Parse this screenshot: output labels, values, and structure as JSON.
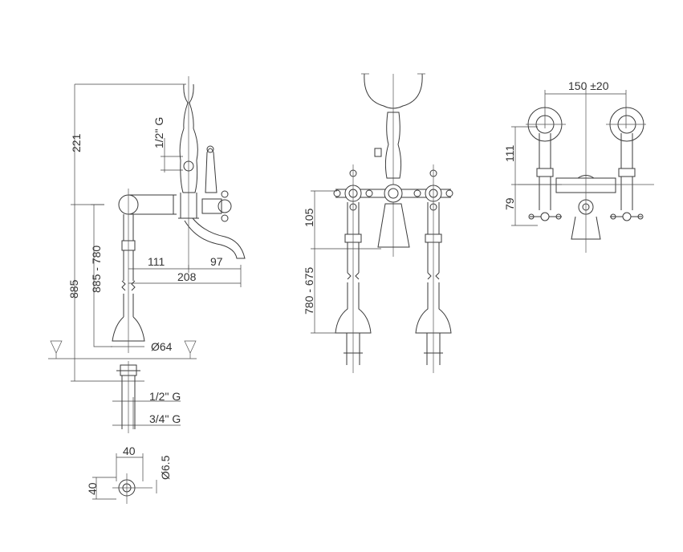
{
  "side_view": {
    "height_top": "221",
    "thread_top": "1/2\" G",
    "total_height": "885",
    "height_range": "885 - 780",
    "reach_a": "111",
    "reach_b": "97",
    "reach_total": "208",
    "base_diameter": "Ø64",
    "thread_inner": "1/2\" G",
    "thread_outer": "3/4\" G"
  },
  "plan_detail": {
    "width": "40",
    "depth": "40",
    "hole_diameter": "Ø6.5"
  },
  "front_view": {
    "spout_height": "105",
    "leg_range": "780 - 675"
  },
  "top_view": {
    "centers": "150 ±20",
    "depth_a": "111",
    "depth_b": "79"
  },
  "colors": {
    "line": "#3a3a3a",
    "background": "#ffffff"
  }
}
